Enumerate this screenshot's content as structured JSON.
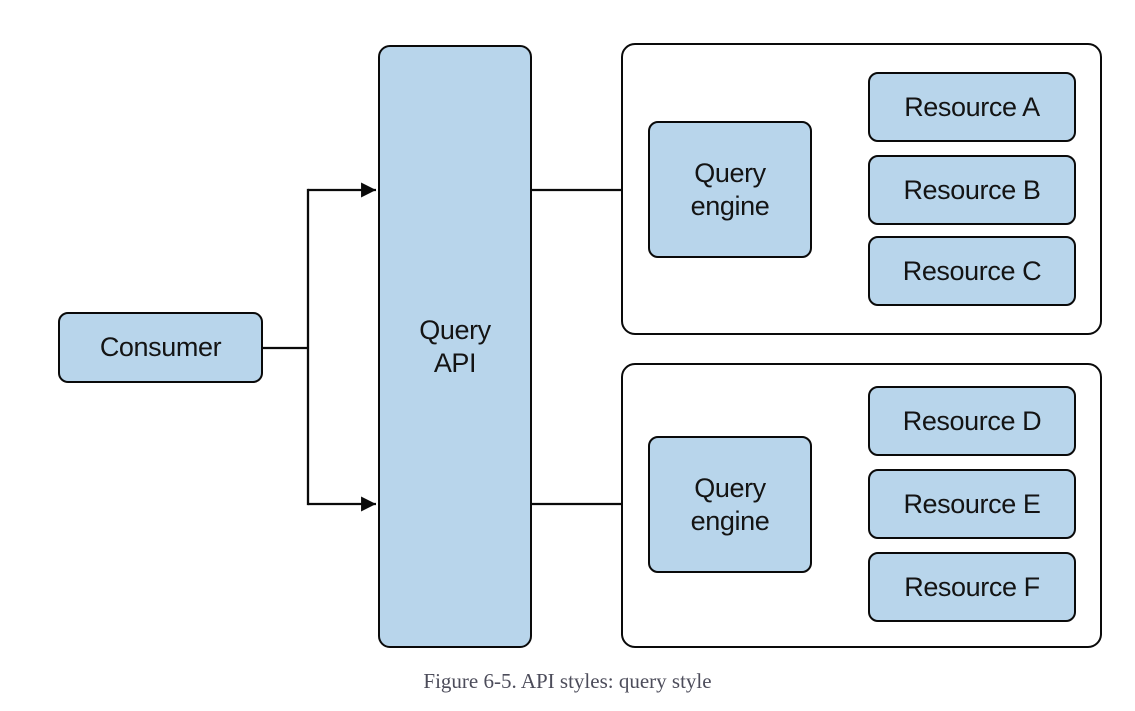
{
  "figure": {
    "caption": "Figure 6-5. API styles: query style",
    "consumer": {
      "label": "Consumer"
    },
    "query_api": {
      "label_line1": "Query",
      "label_line2": "API"
    },
    "groups": [
      {
        "engine": {
          "label_line1": "Query",
          "label_line2": "engine"
        },
        "resources": [
          {
            "label": "Resource A"
          },
          {
            "label": "Resource B"
          },
          {
            "label": "Resource C"
          }
        ]
      },
      {
        "engine": {
          "label_line1": "Query",
          "label_line2": "engine"
        },
        "resources": [
          {
            "label": "Resource D"
          },
          {
            "label": "Resource E"
          },
          {
            "label": "Resource F"
          }
        ]
      }
    ],
    "colors": {
      "box_fill": "#b8d5eb",
      "line": "#0a0a0a",
      "caption_text": "#4c4c5a",
      "background": "#ffffff"
    }
  }
}
